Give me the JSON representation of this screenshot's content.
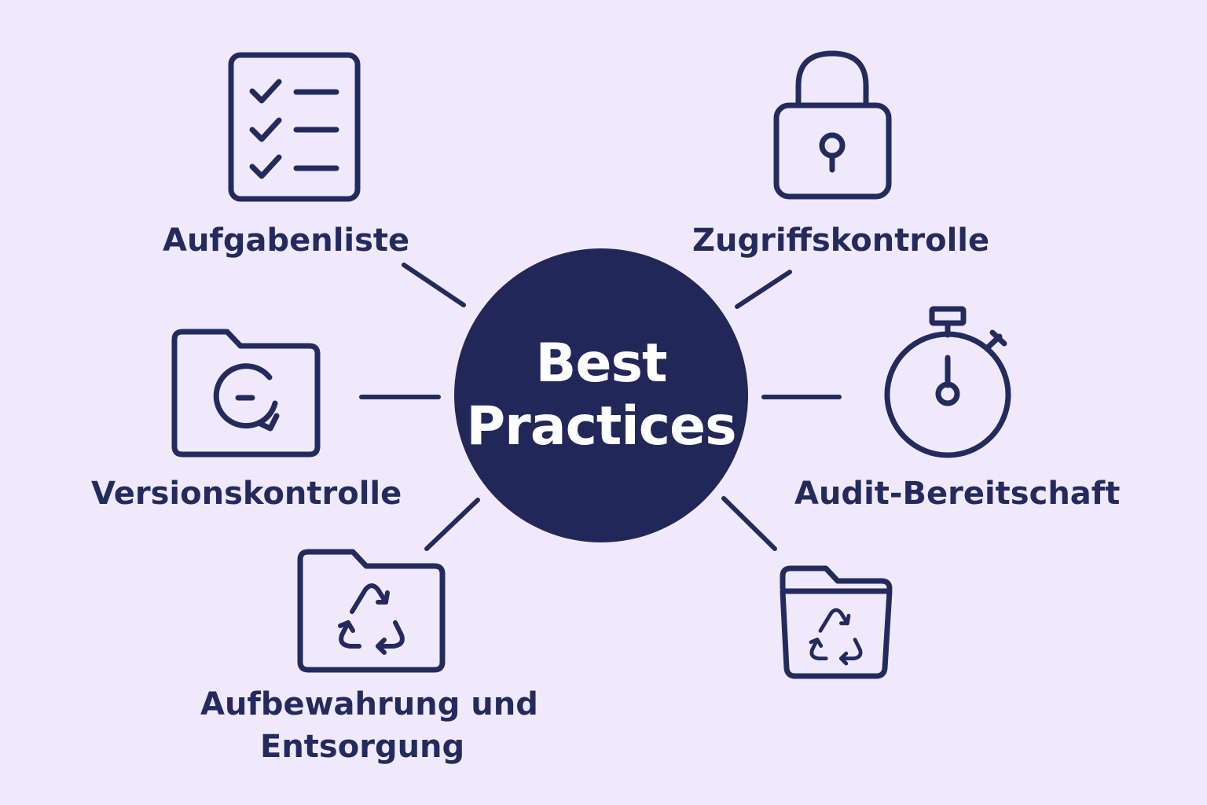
{
  "colors": {
    "background": "#efe9fb",
    "primary": "#232b5e",
    "center_fill": "#22275a",
    "center_text": "#ffffff"
  },
  "center": {
    "line1": "Best",
    "line2": "Practices"
  },
  "nodes": [
    {
      "id": "task-list",
      "icon": "checklist-icon",
      "label": "Aufgabenliste"
    },
    {
      "id": "access-control",
      "icon": "padlock-icon",
      "label": "Zugriffskontrolle"
    },
    {
      "id": "version-control",
      "icon": "folder-sync-icon",
      "label": "Versionskontrolle"
    },
    {
      "id": "audit-readiness",
      "icon": "stopwatch-icon",
      "label": "Audit-Bereitschaft"
    },
    {
      "id": "retention-disposal",
      "icon": "folder-recycle-icon",
      "label_line1": "Aufbewahrung und",
      "label_line2": "Entsorgung"
    },
    {
      "id": "archive-recycle",
      "icon": "archive-recycle-icon"
    }
  ]
}
